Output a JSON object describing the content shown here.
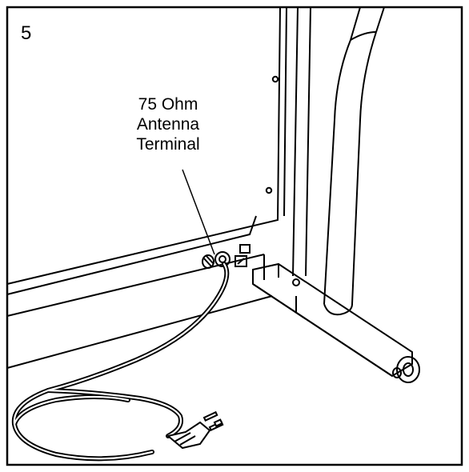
{
  "step": {
    "number": "5"
  },
  "callout": {
    "line1": "75 Ohm",
    "line2": "Antenna",
    "line3": "Terminal"
  }
}
